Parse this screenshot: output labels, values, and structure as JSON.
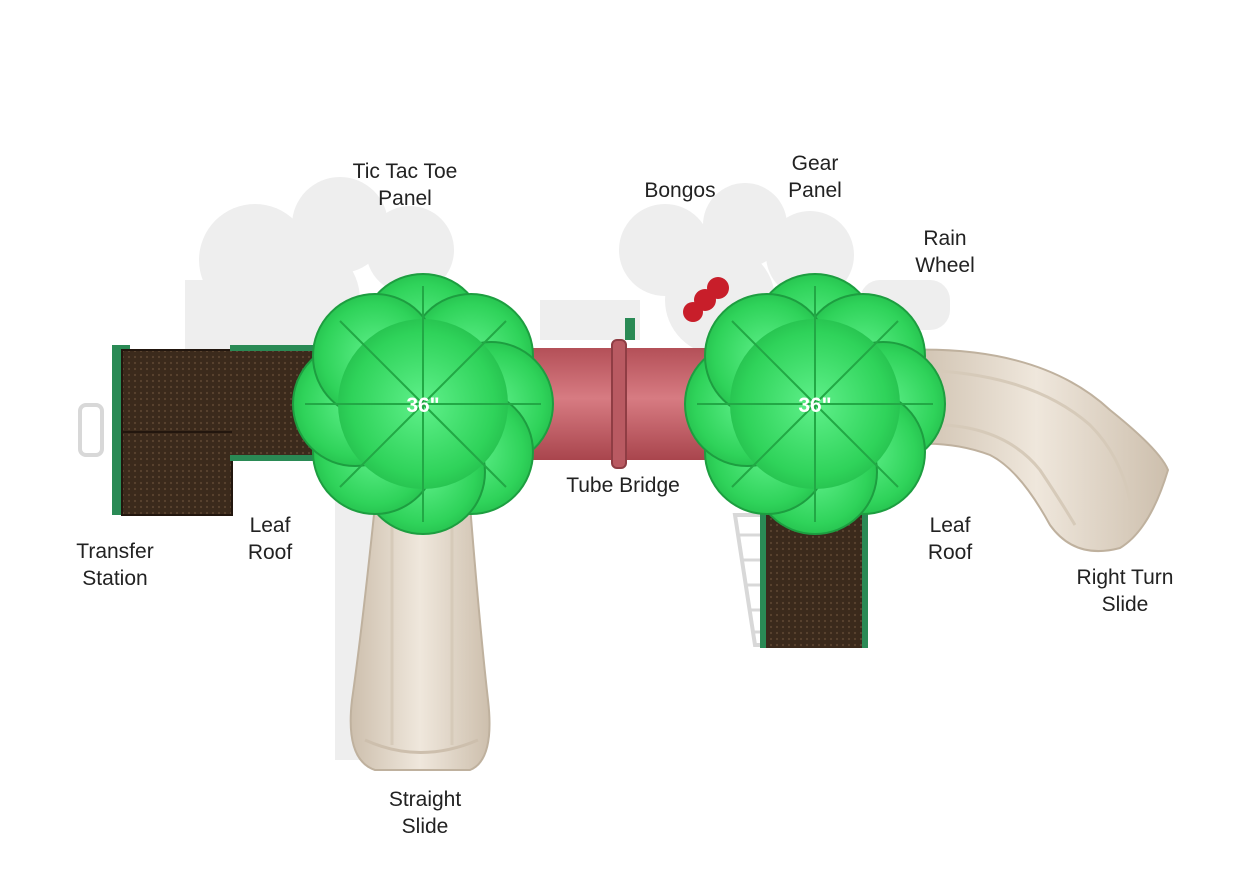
{
  "labels": {
    "tic_tac_toe_panel": [
      "Tic Tac Toe",
      "Panel"
    ],
    "bongos": [
      "Bongos"
    ],
    "gear_panel": [
      "Gear",
      "Panel"
    ],
    "rain_wheel": [
      "Rain",
      "Wheel"
    ],
    "transfer_station": [
      "Transfer",
      "Station"
    ],
    "leaf_roof_left": [
      "Leaf",
      "Roof"
    ],
    "tube_bridge": [
      "Tube Bridge"
    ],
    "leaf_roof_right": [
      "Leaf",
      "Roof"
    ],
    "right_turn_slide": [
      "Right Turn",
      "Slide"
    ],
    "straight_slide": [
      "Straight",
      "Slide"
    ]
  },
  "roof_sizes": {
    "left": "36\"",
    "right": "36\""
  },
  "colors": {
    "leaf_roof": "#2fd35a",
    "leaf_roof_dark": "#22a845",
    "tube": "#c9626a",
    "deck": "#3b2a1c",
    "slide": "#e2d7c7",
    "shadow": "#eeeeee",
    "label_text": "#222222"
  }
}
